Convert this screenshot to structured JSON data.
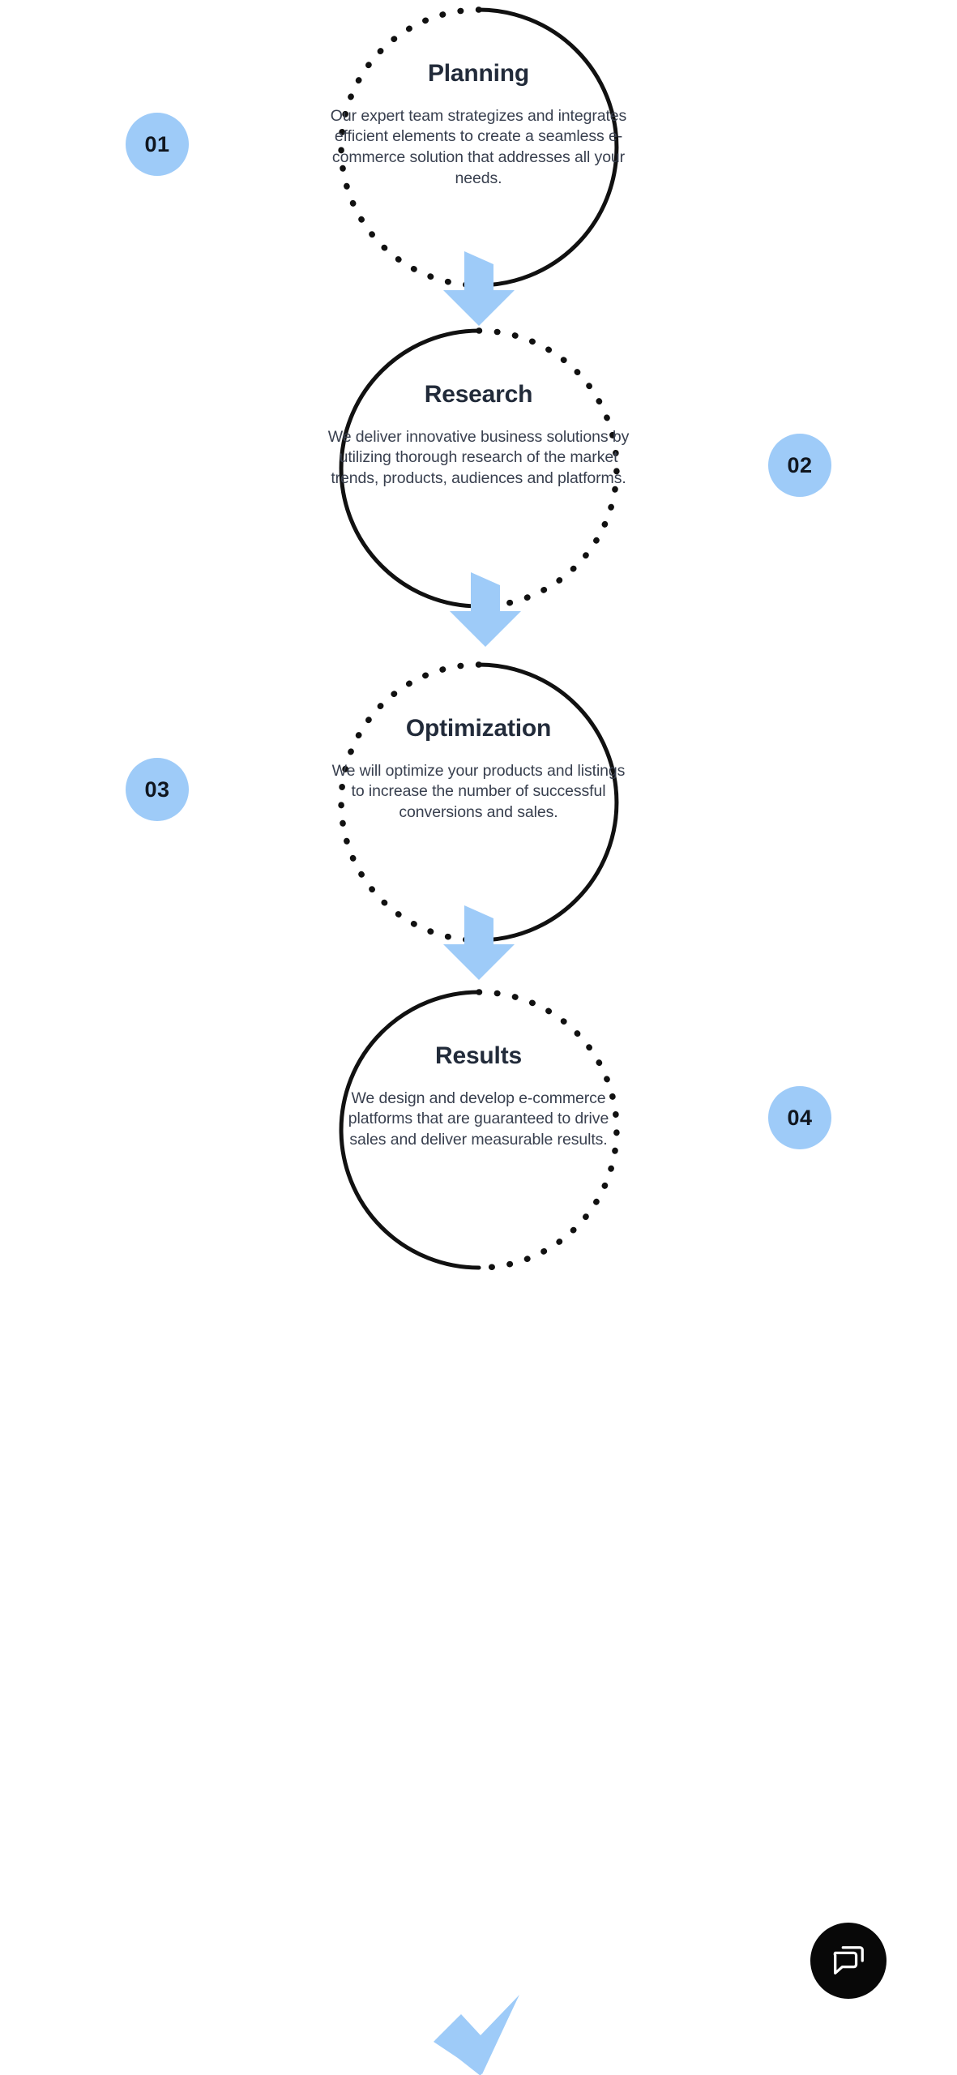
{
  "page": {
    "background_color": "#ffffff",
    "accent_color": "#9ecbf8",
    "text_color": "#222b3a",
    "stroke_color": "#111111"
  },
  "steps": [
    {
      "number": "01",
      "title": "Planning",
      "body": "Our expert team strategizes and integrates efficient elements to create a seamless e-commerce solution that addresses all your needs.",
      "badge_side": "left"
    },
    {
      "number": "02",
      "title": "Research",
      "body": "We deliver innovative business solutions by utilizing thorough research of the market trends, products, audiences and platforms.",
      "badge_side": "right"
    },
    {
      "number": "03",
      "title": "Optimization",
      "body": "We will optimize your products and listings to increase the number of successful conversions and sales.",
      "badge_side": "left"
    },
    {
      "number": "04",
      "title": "Results",
      "body": "We design and develop e-commerce platforms that are guaranteed to drive sales and deliver measurable results.",
      "badge_side": "right"
    }
  ],
  "connectors": {
    "arrow_icon": "arrow-down-icon",
    "check_icon": "check-mark-icon",
    "color": "#9ecbf8"
  },
  "chat_widget": {
    "icon": "chat-bubbles-icon",
    "background_color": "#080808",
    "icon_color": "#ffffff"
  }
}
